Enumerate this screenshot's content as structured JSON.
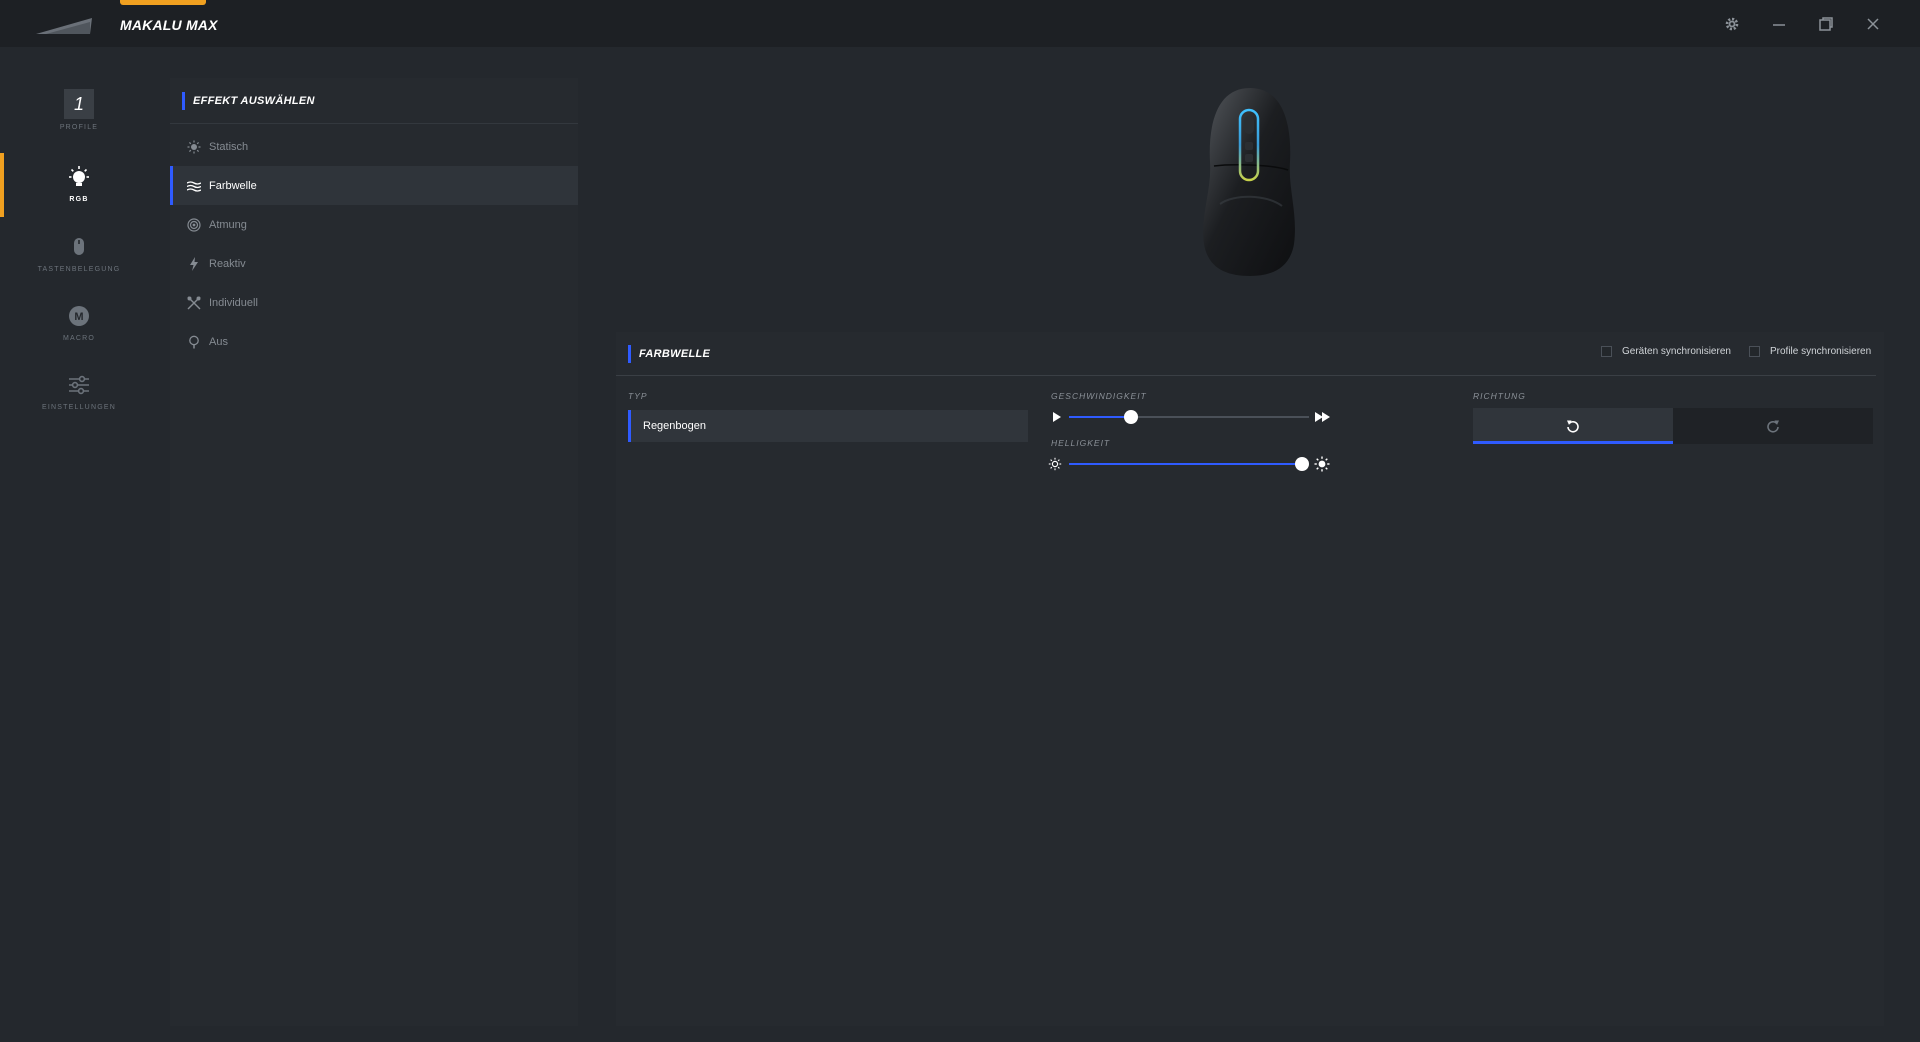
{
  "app": {
    "title": "MAKALU MAX"
  },
  "colors": {
    "accent": "#f0a020",
    "selection": "#2f5bff",
    "background": "#24282d"
  },
  "window_controls": [
    {
      "name": "settings-gear-icon"
    },
    {
      "name": "minimize-icon"
    },
    {
      "name": "restore-icon"
    },
    {
      "name": "close-icon"
    }
  ],
  "nav": {
    "profile": {
      "number": "1",
      "label": "PROFILE"
    },
    "items": [
      {
        "label": "RGB",
        "icon": "bulb-icon",
        "active": true
      },
      {
        "label": "TASTENBELEGUNG",
        "icon": "mouse-icon"
      },
      {
        "label": "MACRO",
        "icon": "macro-m-icon"
      },
      {
        "label": "EINSTELLUNGEN",
        "icon": "sliders-icon"
      }
    ]
  },
  "effects": {
    "header": "EFFEKT AUSWÄHLEN",
    "items": [
      {
        "label": "Statisch",
        "icon": "sun-static-icon"
      },
      {
        "label": "Farbwelle",
        "icon": "wave-icon",
        "active": true
      },
      {
        "label": "Atmung",
        "icon": "breathing-icon"
      },
      {
        "label": "Reaktiv",
        "icon": "lightning-icon"
      },
      {
        "label": "Individuell",
        "icon": "custom-tools-icon"
      },
      {
        "label": "Aus",
        "icon": "bulb-off-icon"
      }
    ]
  },
  "settings": {
    "header": "FARBWELLE",
    "sync_devices": "Geräten synchronisieren",
    "sync_profiles": "Profile synchronisieren",
    "type_label": "TYP",
    "type_value": "Regenbogen",
    "speed_label": "GESCHWINDIGKEIT",
    "speed_fraction": 0.26,
    "brightness_label": "HELLIGKEIT",
    "brightness_fraction": 0.97,
    "direction_label": "RICHTUNG",
    "direction_active": "counterclockwise"
  }
}
